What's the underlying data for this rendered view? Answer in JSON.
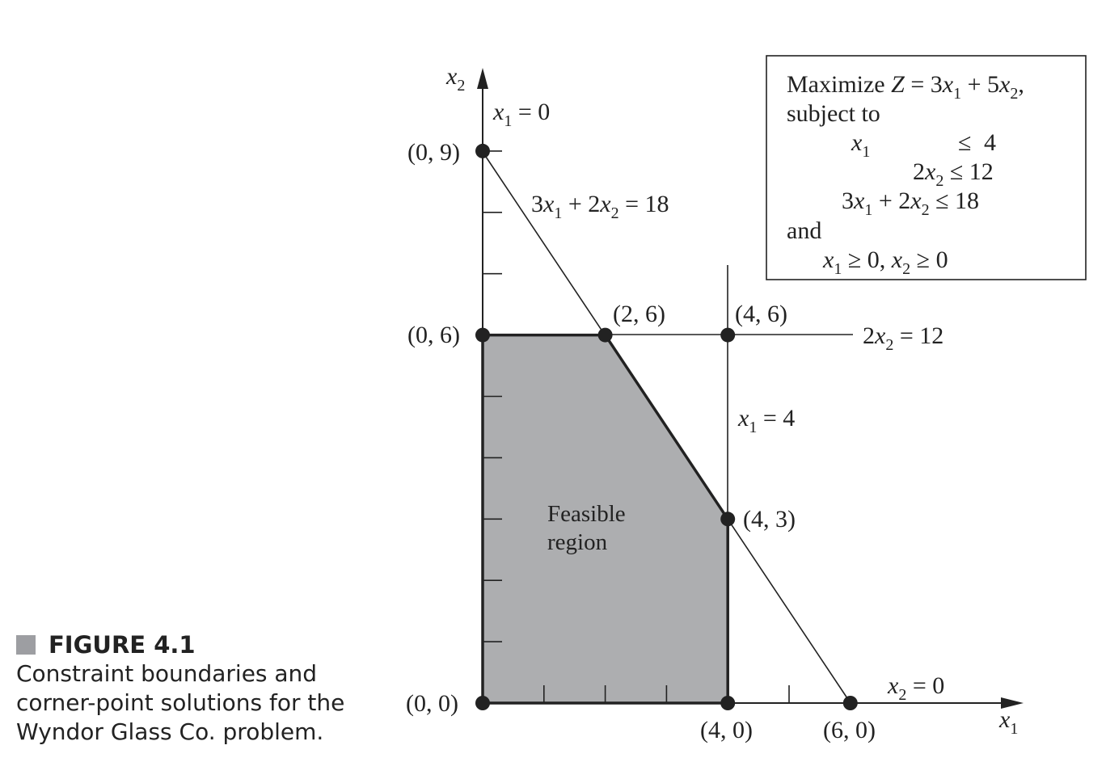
{
  "figure": {
    "number": "FIGURE 4.1",
    "caption": "Constraint boundaries and corner-point solutions for the Wyndor Glass Co. problem."
  },
  "axes": {
    "x_label": "x1",
    "y_label": "x2",
    "y_axis_eq": "x1 = 0",
    "x_axis_eq": "x2 = 0"
  },
  "constraint_labels": {
    "c3": "3x1 + 2x2 = 18",
    "c2": "2x2 = 12",
    "c1": "x1 = 4"
  },
  "region_label": [
    "Feasible",
    "region"
  ],
  "points": {
    "p09": {
      "label": "(0, 9)",
      "x": 0,
      "y": 9
    },
    "p06": {
      "label": "(0, 6)",
      "x": 0,
      "y": 6
    },
    "p00": {
      "label": "(0, 0)",
      "x": 0,
      "y": 0
    },
    "p26": {
      "label": "(2, 6)",
      "x": 2,
      "y": 6
    },
    "p46": {
      "label": "(4, 6)",
      "x": 4,
      "y": 6
    },
    "p43": {
      "label": "(4, 3)",
      "x": 4,
      "y": 3
    },
    "p40": {
      "label": "(4, 0)",
      "x": 4,
      "y": 0
    },
    "p60": {
      "label": "(6, 0)",
      "x": 6,
      "y": 0
    }
  },
  "feasible_region": [
    [
      0,
      0
    ],
    [
      0,
      6
    ],
    [
      2,
      6
    ],
    [
      4,
      3
    ],
    [
      4,
      0
    ]
  ],
  "model_box": {
    "line1": "Maximize Z = 3x1 + 5x2,",
    "line2": "subject to",
    "c1": "x1 ≤ 4",
    "c2": "2x2 ≤ 12",
    "c3": "3x1 + 2x2 ≤ 18",
    "and": "and",
    "nonneg": "x1 ≥ 0, x2 ≥ 0"
  },
  "colors": {
    "feasible_fill": "#adaeb0",
    "ink": "#222222",
    "caption_square": "#9d9ea2"
  }
}
